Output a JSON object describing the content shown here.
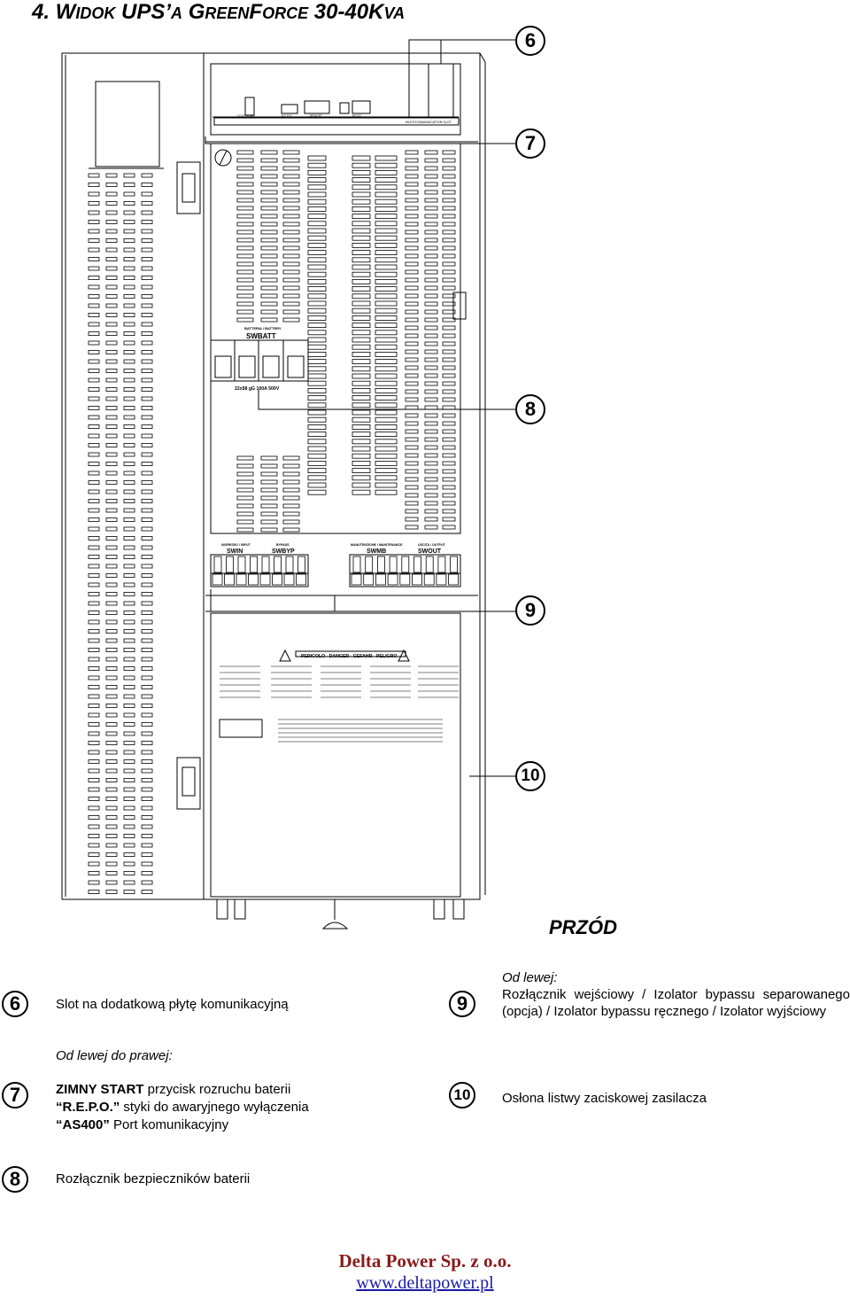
{
  "heading": {
    "number": "4.",
    "w1_cap": "W",
    "w1_rest": "IDOK",
    "ups": "UPS",
    "apos": "’",
    "a_rest": "A",
    "g_cap": "G",
    "g_rest": "REEN",
    "f_cap": "F",
    "f_rest": "ORCE",
    "model": "30-40",
    "kva_k": "K",
    "kva_rest": "VA"
  },
  "drawing": {
    "battery_header": "BATTERIA / BATTERY",
    "battery_switch": "SWBATT",
    "fuse_rating": "22x58  gG  100A  500V",
    "swin_header": "INGRESSO / INPUT",
    "swin": "SWIN",
    "swbyp_header": "BYPASS",
    "swbyp": "SWBYP",
    "swmb_header": "MANUTENZIONE / MAINTENANCE",
    "swmb": "SWMB",
    "swout_header": "USCITA / OUTPUT",
    "swout": "SWOUT",
    "warning_banner": "PERICOLO - DANGER - GEFAHR - PELIGRO",
    "port_cold_start": "COLD START",
    "port_repo": "R.E.P.O.",
    "port_remote": "REMOTE",
    "port_rs232": "RS232",
    "comm_slot": "MULTICOMMUNICATION SLOT"
  },
  "callouts": {
    "c6": "6",
    "c7": "7",
    "c8": "8",
    "c9": "9",
    "c10": "10"
  },
  "front_label": "PRZÓD",
  "legend": {
    "l6": {
      "num": "6",
      "text": "Slot na dodatkową płytę komunikacyjną"
    },
    "l7": {
      "num": "7",
      "intro": "Od lewej do prawej:",
      "line1_bold": "ZIMNY START",
      "line1_rest": " przycisk rozruchu baterii",
      "line2_bold": "“R.E.P.O.”",
      "line2_rest": " styki do awaryjnego wyłączenia",
      "line3_bold": "“AS400”",
      "line3_rest": " Port komunikacyjny"
    },
    "l8": {
      "num": "8",
      "text": "Rozłącznik bezpieczników baterii"
    },
    "l9": {
      "num": "9",
      "intro": "Od lewej:",
      "text": "Rozłącznik wejściowy / Izolator bypassu separowanego (opcja) / Izolator bypassu ręcznego / Izolator wyjściowy"
    },
    "l10": {
      "num": "10",
      "text": "Osłona listwy zaciskowej zasilacza"
    }
  },
  "footer": {
    "company": "Delta Power Sp. z o.o.",
    "url": "www.deltapower.pl"
  }
}
